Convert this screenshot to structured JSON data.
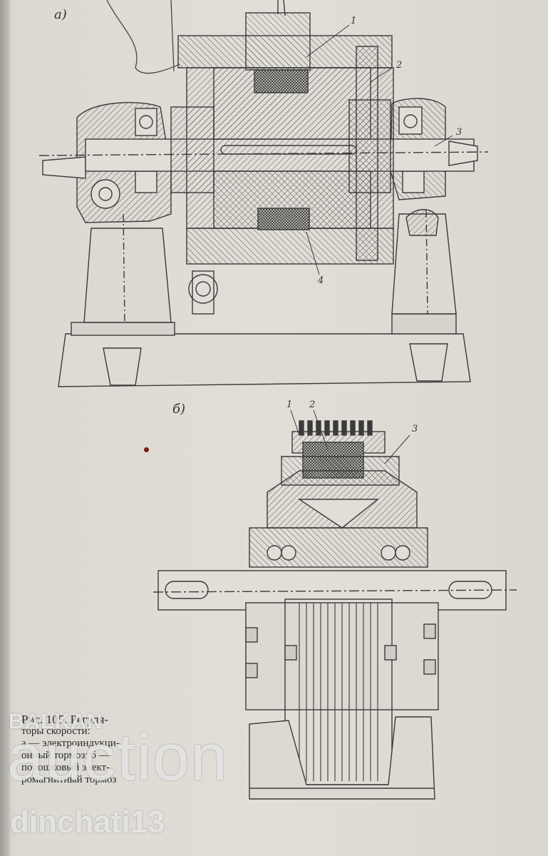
{
  "figure_a": {
    "label": "а)",
    "callouts": [
      "1",
      "2",
      "3",
      "4"
    ]
  },
  "figure_b": {
    "label": "б)",
    "callouts": [
      "1",
      "2",
      "3"
    ]
  },
  "caption": {
    "title": "Рис. 105. Регуля-",
    "lines": [
      "торы скорости:",
      "а — электроиндукци-",
      "онный тормоз; б —",
      "порошковый элект-",
      "ромагнитный тормоз"
    ]
  },
  "watermark": {
    "brand_top": "BALKAN",
    "brand_main": "auction",
    "seller": "dinchati13"
  },
  "colors": {
    "paper": "#e1ded7",
    "ink": "#333333",
    "stain": "#7a1e1e"
  }
}
